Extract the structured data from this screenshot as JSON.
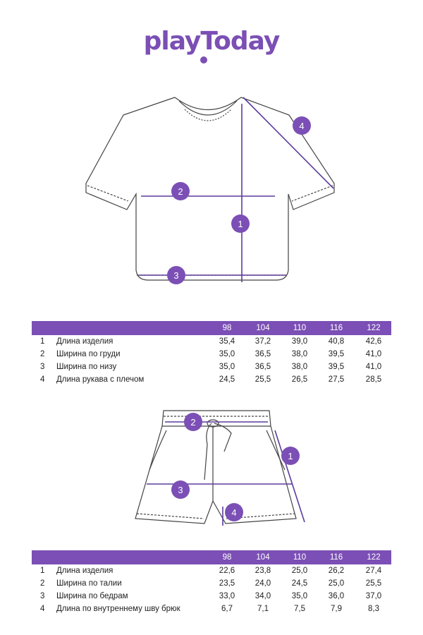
{
  "brand": {
    "logo_text": "playToday",
    "brand_color": "#7b4fb5"
  },
  "shirt": {
    "callouts": [
      "1",
      "2",
      "3",
      "4"
    ],
    "table": {
      "sizes": [
        "98",
        "104",
        "110",
        "116",
        "122"
      ],
      "rows": [
        {
          "num": "1",
          "label": "Длина изделия",
          "values": [
            "35,4",
            "37,2",
            "39,0",
            "40,8",
            "42,6"
          ]
        },
        {
          "num": "2",
          "label": "Ширина по груди",
          "values": [
            "35,0",
            "36,5",
            "38,0",
            "39,5",
            "41,0"
          ]
        },
        {
          "num": "3",
          "label": "Ширина по низу",
          "values": [
            "35,0",
            "36,5",
            "38,0",
            "39,5",
            "41,0"
          ]
        },
        {
          "num": "4",
          "label": "Длина рукава с плечом",
          "values": [
            "24,5",
            "25,5",
            "26,5",
            "27,5",
            "28,5"
          ]
        }
      ]
    }
  },
  "shorts": {
    "callouts": [
      "1",
      "2",
      "3",
      "4"
    ],
    "table": {
      "sizes": [
        "98",
        "104",
        "110",
        "116",
        "122"
      ],
      "rows": [
        {
          "num": "1",
          "label": "Длина изделия",
          "values": [
            "22,6",
            "23,8",
            "25,0",
            "26,2",
            "27,4"
          ]
        },
        {
          "num": "2",
          "label": "Ширина по талии",
          "values": [
            "23,5",
            "24,0",
            "24,5",
            "25,0",
            "25,5"
          ]
        },
        {
          "num": "3",
          "label": "Ширина по бедрам",
          "values": [
            "33,0",
            "34,0",
            "35,0",
            "36,0",
            "37,0"
          ]
        },
        {
          "num": "4",
          "label": "Длина по внутреннему шву брюк",
          "values": [
            "6,7",
            "7,1",
            "7,5",
            "7,9",
            "8,3"
          ]
        }
      ]
    }
  }
}
